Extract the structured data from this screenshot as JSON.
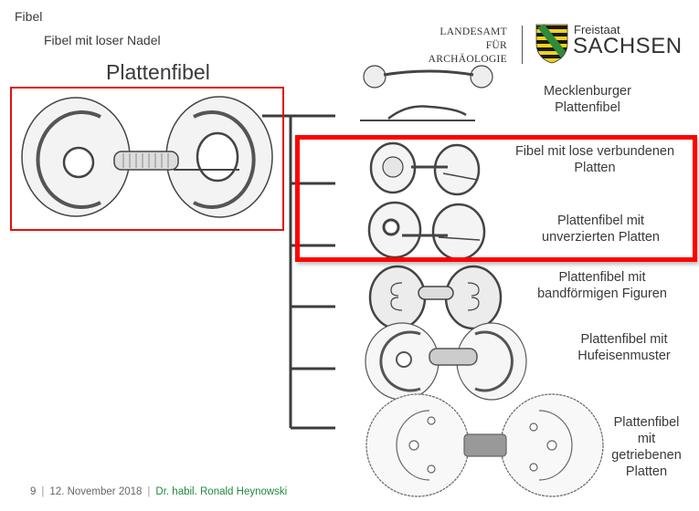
{
  "breadcrumb": {
    "level1": "Fibel",
    "level2": "Fibel mit loser Nadel"
  },
  "page_title": "Plattenfibel",
  "logo": {
    "institution_line1": "LANDESAMT",
    "institution_line2": "FÜR ARCHÄOLOGIE",
    "state_line1": "Freistaat",
    "state_line2": "SACHSEN",
    "shield_colors": [
      "#1a1a1a",
      "#f2d21b",
      "#2f8a3a"
    ]
  },
  "highlight_color": "#e01010",
  "tree": {
    "root": "Plattenfibel",
    "branches": [
      {
        "label_line1": "Mecklenburger",
        "label_line2": "Plattenfibel",
        "highlighted": false
      },
      {
        "label_line1": "Fibel mit lose verbundenen",
        "label_line2": "Platten",
        "highlighted": true
      },
      {
        "label_line1": "Plattenfibel mit",
        "label_line2": "unverzierten Platten",
        "highlighted": true
      },
      {
        "label_line1": "Plattenfibel mit",
        "label_line2": "bandförmigen Figuren",
        "highlighted": false
      },
      {
        "label_line1": "Plattenfibel mit",
        "label_line2": "Hufeisenmuster",
        "highlighted": false
      },
      {
        "label_line1": "Plattenfibel",
        "label_line2": "mit",
        "label_line3": "getriebenen",
        "label_line4": "Platten",
        "highlighted": false
      }
    ]
  },
  "footer": {
    "page_number": "9",
    "date": "12. November 2018",
    "author": "Dr. habil. Ronald Heynowski"
  }
}
